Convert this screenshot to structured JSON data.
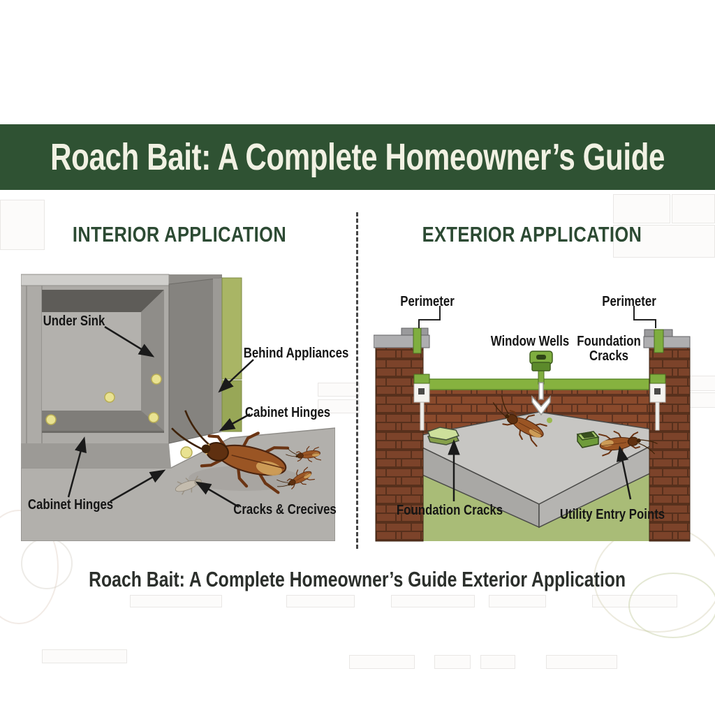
{
  "banner": {
    "title": "Roach Bait: A Complete Homeowner’s Guide"
  },
  "interior": {
    "heading": "INTERIOR APPLICATION",
    "labels": {
      "under_sink": "Under Sink",
      "behind_appliances": "Behind Appliances",
      "cabinet_hinges_upper": "Cabinet Hinges",
      "cabinet_hinges_lower": "Cabinet Hinges",
      "cracks_crevices": "Cracks & Crecives"
    }
  },
  "exterior": {
    "heading": "EXTERIOR APPLICATION",
    "labels": {
      "perimeter_left": "Perimeter",
      "perimeter_right": "Perimeter",
      "window_wells": "Window Wells",
      "foundation_cracks_top": "Foundation Cracks",
      "foundation_cracks_bottom": "Foundation Cracks",
      "utility_entry_points": "Utility Entry Points"
    }
  },
  "caption": "Roach Bait: A Complete Homeowner’s Guide Exterior Application",
  "colors": {
    "banner_green": "#2F5233",
    "heading_green": "#2C4A33",
    "accent_green": "#7FAE3F",
    "brick_brown": "#7C432A",
    "grass_olive": "#A9BC77",
    "bait_yellow": "#E9E291"
  }
}
